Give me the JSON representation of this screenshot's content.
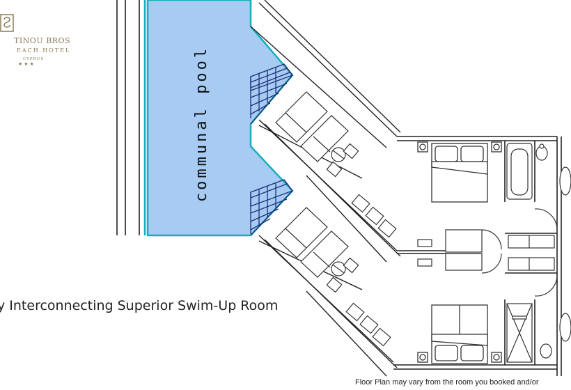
{
  "brand": {
    "name": "TINOU BROS",
    "subtitle": "EACH HOTEL",
    "country": "CYPRUS",
    "stars": "★★★"
  },
  "plan": {
    "pool_label": "communal pool",
    "room_title": "y Interconnecting Superior Swim-Up Room",
    "disclaimer": "Floor Plan may vary from the room you booked and/or"
  },
  "colors": {
    "pool": "#a8cbf3",
    "pool_edge": "#16aebb",
    "steps": "#1c2f7a",
    "brand": "#8c7a56",
    "line": "#222222"
  }
}
